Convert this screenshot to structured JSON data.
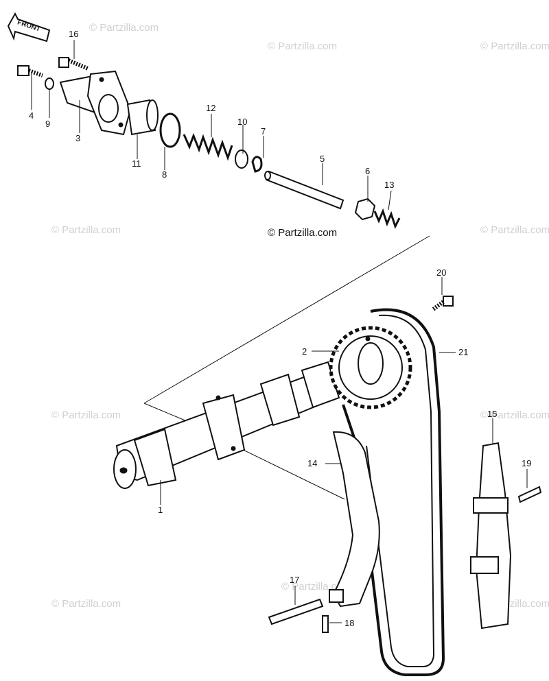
{
  "watermark": "© Partzilla.com",
  "center_watermark": "© Partzilla.com",
  "front_label": "FRONT",
  "callouts": {
    "p1": "1",
    "p2": "2",
    "p3": "3",
    "p4": "4",
    "p5": "5",
    "p6": "6",
    "p7": "7",
    "p8": "8",
    "p9": "9",
    "p10": "10",
    "p11": "11",
    "p12": "12",
    "p13": "13",
    "p14": "14",
    "p15": "15",
    "p16": "16",
    "p17": "17",
    "p18": "18",
    "p19": "19",
    "p20": "20",
    "p21": "21"
  }
}
